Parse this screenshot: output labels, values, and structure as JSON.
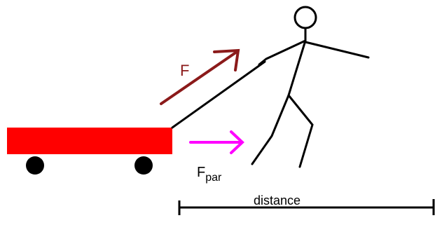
{
  "labels": {
    "force": "F",
    "parallel_force_main": "F",
    "parallel_force_sub": "par",
    "distance": "distance"
  },
  "colors": {
    "wagon_body": "#ff0000",
    "wheels": "#000000",
    "force_arrow": "#8b1a1a",
    "parallel_arrow": "#ff00ff",
    "figure": "#000000",
    "distance_bar": "#000000"
  }
}
